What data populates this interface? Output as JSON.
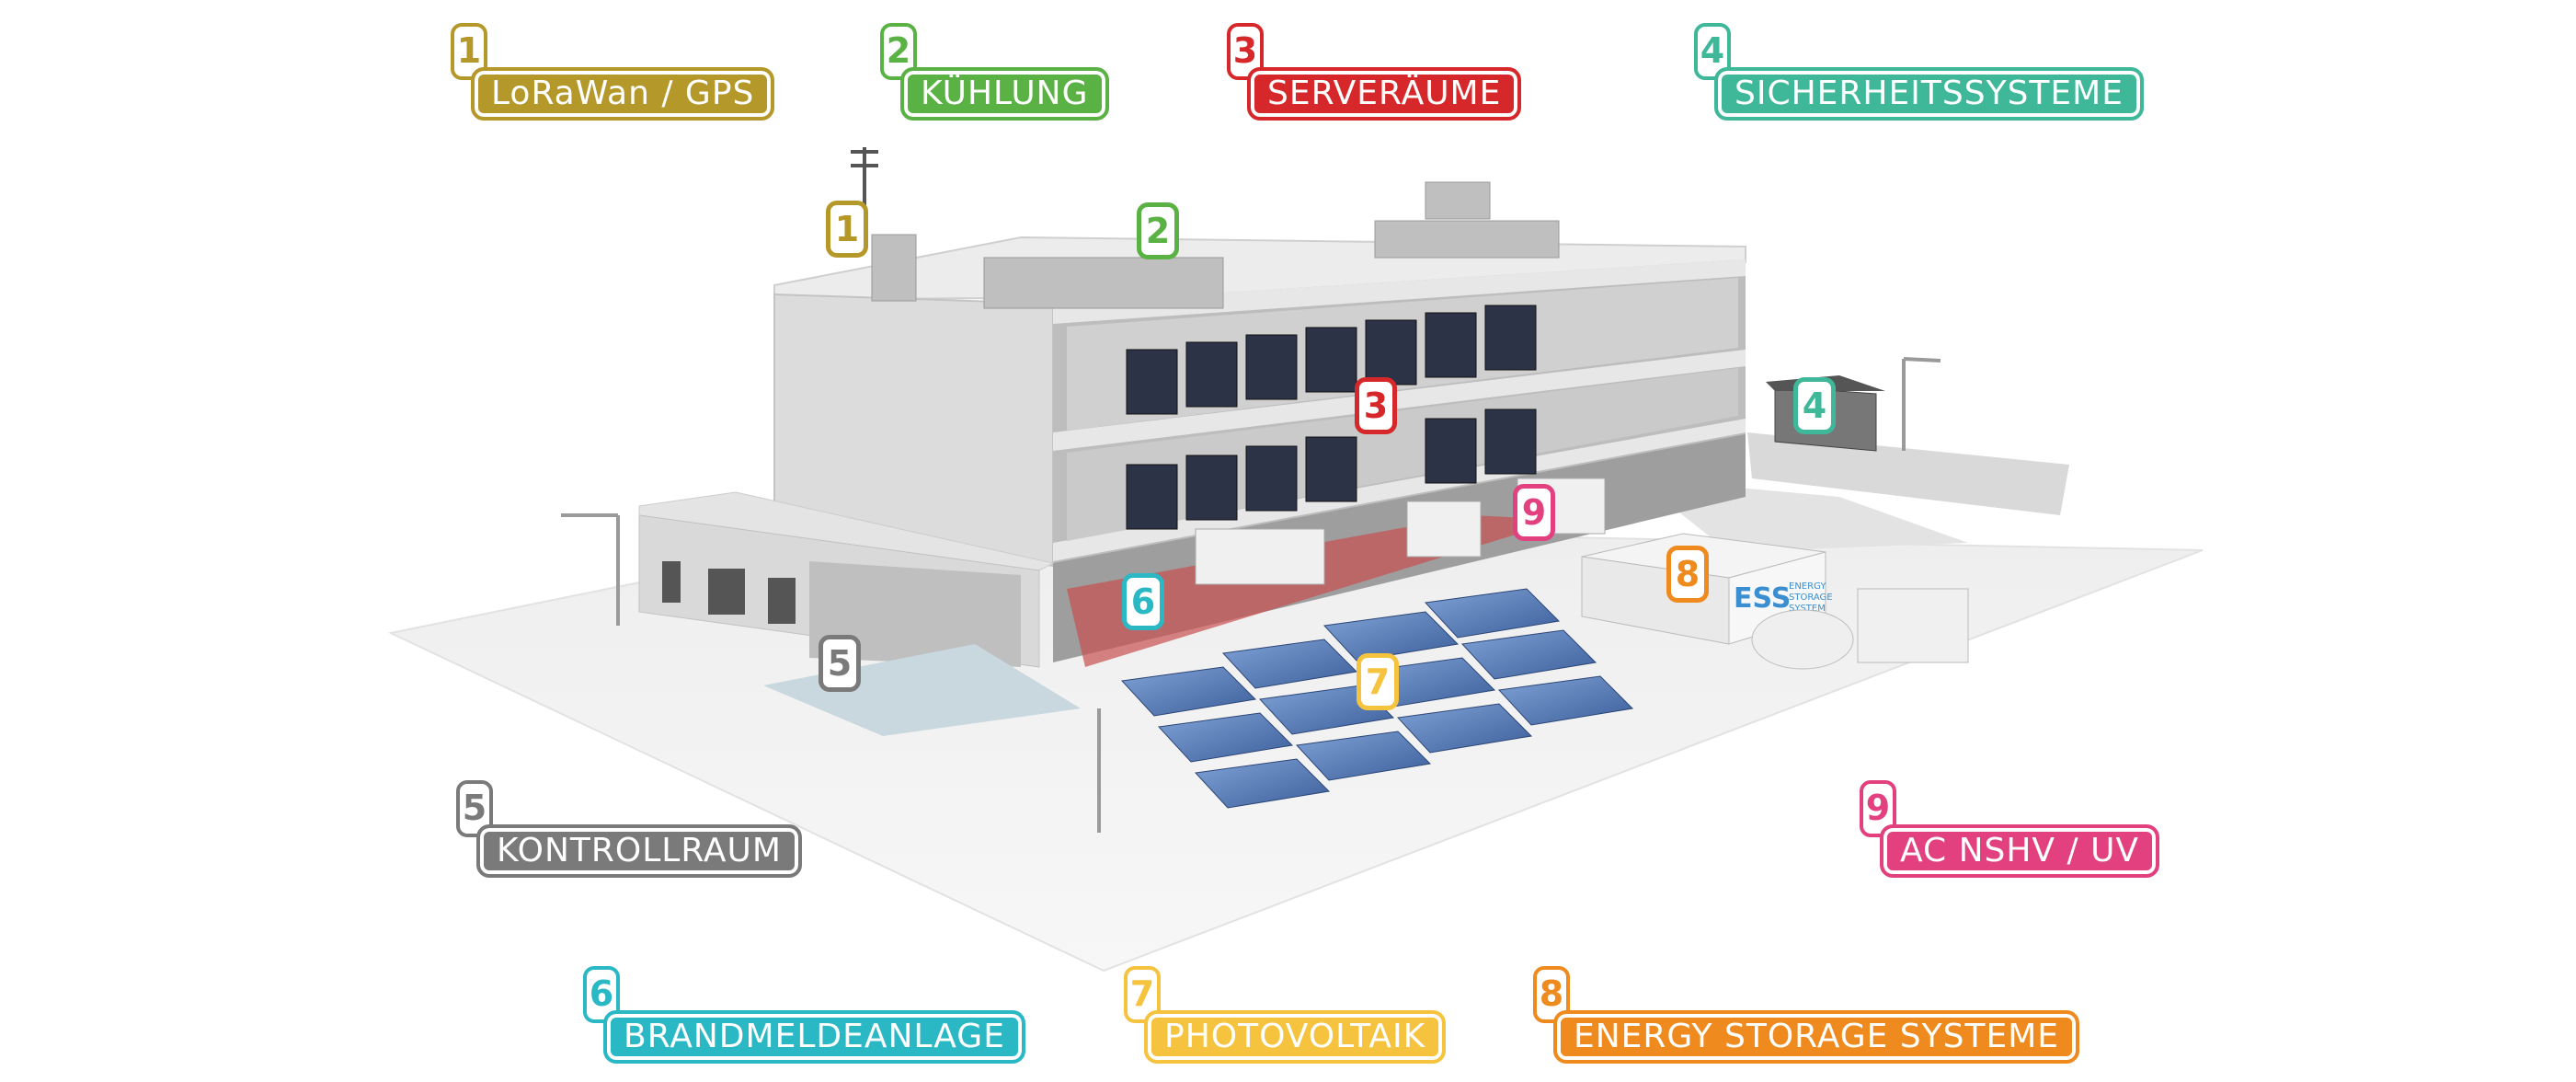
{
  "legend": [
    {
      "num": "1",
      "label": "LoRaWan / GPS",
      "color": "#B5982A"
    },
    {
      "num": "2",
      "label": "KÜHLUNG",
      "color": "#5BB244"
    },
    {
      "num": "3",
      "label": "SERVERÄUME",
      "color": "#D6282A"
    },
    {
      "num": "4",
      "label": "SICHERHEITSSYSTEME",
      "color": "#3FB89A"
    },
    {
      "num": "5",
      "label": "KONTROLLRAUM",
      "color": "#7A7A7A"
    },
    {
      "num": "6",
      "label": "BRANDMELDEANLAGE",
      "color": "#2BB8C5"
    },
    {
      "num": "7",
      "label": "PHOTOVOLTAIK",
      "color": "#F5C33E"
    },
    {
      "num": "8",
      "label": "ENERGY STORAGE SYSTEME",
      "color": "#EE8A1E"
    },
    {
      "num": "9",
      "label": "AC NSHV / UV",
      "color": "#E2407E"
    }
  ],
  "markers": [
    "1",
    "2",
    "3",
    "4",
    "5",
    "6",
    "7",
    "8",
    "9"
  ],
  "container_text": {
    "brand": "ESS",
    "line1": "ENERGY",
    "line2": "STORAGE",
    "line3": "SYSTEM"
  }
}
